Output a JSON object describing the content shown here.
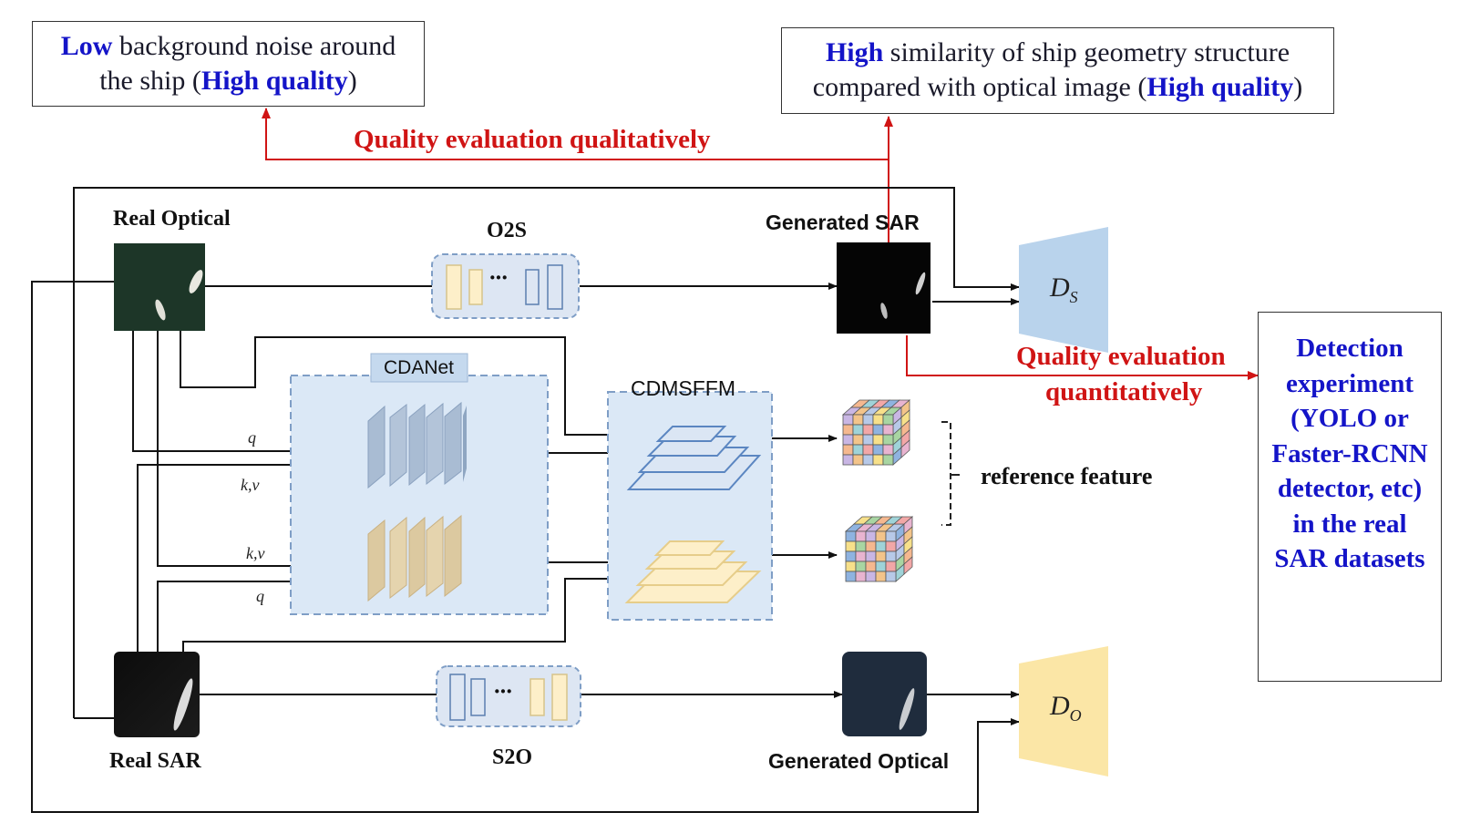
{
  "notes": {
    "low_noise": {
      "prefix_bold": "Low",
      "line1_rest": " background noise around",
      "line2_pre": "the ship (",
      "line2_bold": "High quality",
      "line2_post": ")"
    },
    "high_similarity": {
      "prefix_bold": "High",
      "line1_rest": " similarity of ship geometry structure",
      "line2_pre": "compared with optical image (",
      "line2_bold": "High quality",
      "line2_post": ")"
    }
  },
  "evaluation": {
    "qualitative": "Quality evaluation qualitatively",
    "quantitative_line1": "Quality evaluation",
    "quantitative_line2": "quantitatively"
  },
  "detection_box": {
    "lines": [
      "Detection",
      "experiment",
      "(YOLO or",
      "Faster-RCNN",
      "detector, etc)",
      "in the real",
      "SAR datasets"
    ]
  },
  "labels": {
    "real_optical": "Real Optical",
    "real_sar": "Real SAR",
    "generated_sar": "Generated SAR",
    "generated_optical": "Generated Optical",
    "o2s": "O2S",
    "s2o": "S2O",
    "cdanet": "CDANet",
    "cdmsffm": "CDMSFFM",
    "reference_feature": "reference feature",
    "q_top": "q",
    "kv_top": "k,v",
    "kv_bottom": "k,v",
    "q_bottom": "q",
    "ds_main": "D",
    "ds_sub": "S",
    "do_main": "D",
    "do_sub": "O",
    "ellipsis_top": "···",
    "ellipsis_bottom": "···"
  },
  "colors": {
    "note_blue": "#1414c8",
    "eval_red": "#d01414",
    "ds_fill": "#b9d3ec",
    "do_fill": "#fbe6a6",
    "panel_fill": "#dbe8f6",
    "panel_border": "#7f9ec6",
    "blue_feature": "#a9bcd3",
    "tan_feature": "#dcc9a0"
  }
}
